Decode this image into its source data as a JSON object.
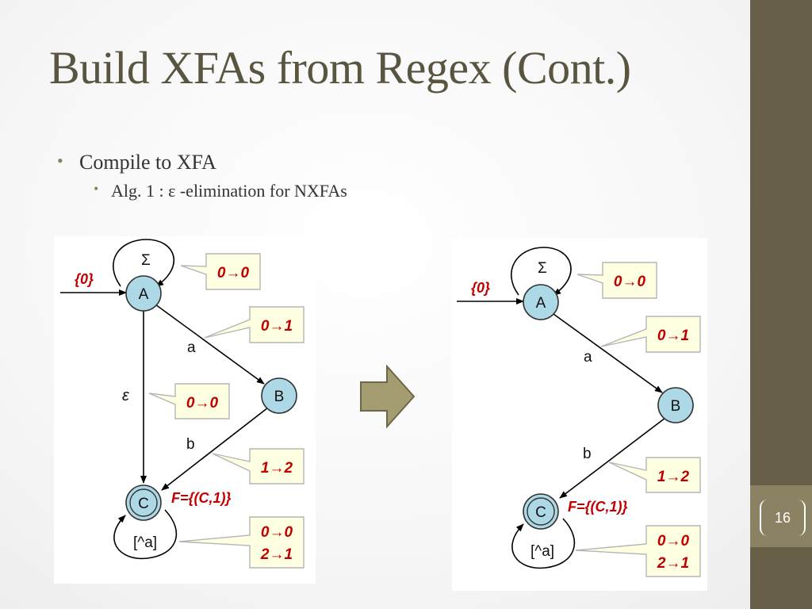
{
  "slide": {
    "title": "Build XFAs from Regex (Cont.)",
    "bullet_main": "Compile to XFA",
    "bullet_sub": "Alg. 1 : ε -elimination for NXFAs",
    "slide_number": "16"
  },
  "left_diagram": {
    "initial_label": "{0}",
    "self_loop_a_label": "Σ",
    "node_a": "A",
    "node_b": "B",
    "node_c": "C",
    "edge_ab_label": "a",
    "edge_ac_label": "ε",
    "edge_bc_label": "b",
    "self_loop_c_label": "[^a]",
    "final_label": "F={(C,1)}",
    "callout_loop_a": "0→0",
    "callout_ab": "0→1",
    "callout_ac": "0→0",
    "callout_bc": "1→2",
    "callout_loop_c_1": "0→0",
    "callout_loop_c_2": "2→1"
  },
  "right_diagram": {
    "initial_label": "{0}",
    "self_loop_a_label": "Σ",
    "node_a": "A",
    "node_b": "B",
    "node_c": "C",
    "edge_ab_label": "a",
    "edge_bc_label": "b",
    "self_loop_c_label": "[^a]",
    "final_label": "F={(C,1)}",
    "callout_loop_a": "0→0",
    "callout_ab": "0→1",
    "callout_bc": "1→2",
    "callout_loop_c_1": "0→0",
    "callout_loop_c_2": "2→1"
  },
  "colors": {
    "sidebar": "#675f48",
    "node_fill": "#add8e6",
    "callout_fill": "#ffffe1",
    "callout_text": "#c00000",
    "arrow_fill": "#a59d72"
  }
}
